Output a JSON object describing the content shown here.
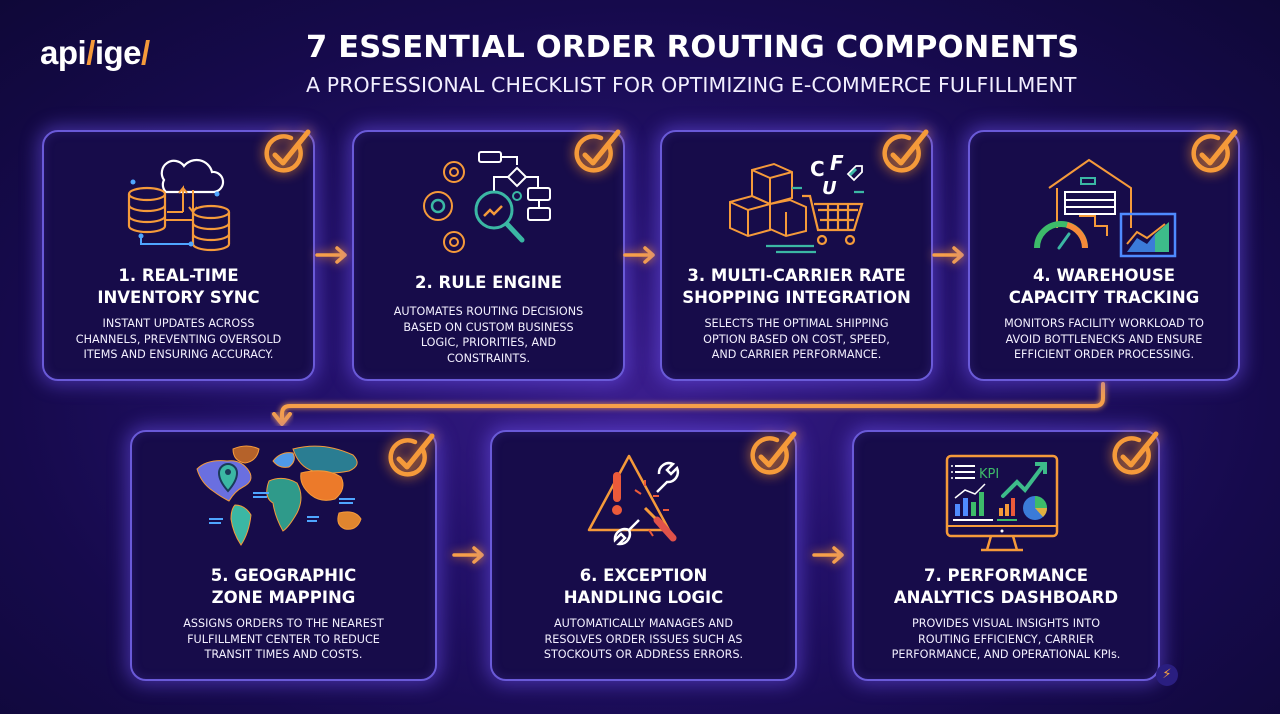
{
  "header": {
    "logo": {
      "part1": "api",
      "slash1": "/",
      "part2": "ige",
      "slash2": "/"
    },
    "title": "7 ESSENTIAL ORDER ROUTING COMPONENTS",
    "subtitle": "A PROFESSIONAL CHECKLIST FOR OPTIMIZING E-COMMERCE FULFILLMENT"
  },
  "colors": {
    "background": "#1a0d55",
    "card_fill": "#170c4a",
    "card_border": "#6a5ad8",
    "accent_orange": "#f59a3a",
    "accent_teal": "#3bb7a4",
    "accent_green": "#3dbb6a",
    "text": "#ffffff"
  },
  "components": [
    {
      "number": "1",
      "title_line1": "1. REAL-TIME",
      "title_line2": "INVENTORY SYNC",
      "desc_line1": "INSTANT UPDATES ACROSS",
      "desc_line2": "CHANNELS, PREVENTING OVERSOLD",
      "desc_line3": "ITEMS AND ENSURING ACCURACY.",
      "icon": "cloud-database-sync-icon",
      "checked": true
    },
    {
      "number": "2",
      "title_line1": "2. RULE ENGINE",
      "title_line2": "",
      "desc_line1": "AUTOMATES ROUTING DECISIONS",
      "desc_line2": "BASED ON CUSTOM BUSINESS",
      "desc_line3": "LOGIC, PRIORITIES, AND",
      "desc_line4": "CONSTRAINTS.",
      "icon": "gears-flowchart-magnifier-icon",
      "checked": true
    },
    {
      "number": "3",
      "title_line1": "3. MULTI-CARRIER RATE",
      "title_line2": "SHOPPING INTEGRATION",
      "desc_line1": "SELECTS THE OPTIMAL SHIPPING",
      "desc_line2": "OPTION BASED ON COST, SPEED,",
      "desc_line3": "AND CARRIER PERFORMANCE.",
      "icon": "boxes-cart-carriers-icon",
      "carrier_letters": [
        "C",
        "F",
        "U"
      ],
      "checked": true
    },
    {
      "number": "4",
      "title_line1": "4. WAREHOUSE",
      "title_line2": "CAPACITY TRACKING",
      "desc_line1": "MONITORS FACILITY WORKLOAD TO",
      "desc_line2": "AVOID BOTTLENECKS AND ENSURE",
      "desc_line3": "EFFICIENT ORDER PROCESSING.",
      "icon": "warehouse-gauge-chart-icon",
      "checked": true
    },
    {
      "number": "5",
      "title_line1": "5. GEOGRAPHIC",
      "title_line2": "ZONE MAPPING",
      "desc_line1": "ASSIGNS ORDERS TO THE NEAREST",
      "desc_line2": "FULFILLMENT CENTER TO REDUCE",
      "desc_line3": "TRANSIT TIMES AND COSTS.",
      "icon": "world-map-pin-icon",
      "checked": true
    },
    {
      "number": "6",
      "title_line1": "6. EXCEPTION",
      "title_line2": "HANDLING LOGIC",
      "desc_line1": "AUTOMATICALLY MANAGES AND",
      "desc_line2": "RESOLVES ORDER ISSUES SUCH AS",
      "desc_line3": "STOCKOUTS OR ADDRESS ERRORS.",
      "icon": "warning-broken-wrench-icon",
      "checked": true
    },
    {
      "number": "7",
      "title_line1": "7. PERFORMANCE",
      "title_line2": "ANALYTICS DASHBOARD",
      "desc_line1": "PROVIDES VISUAL INSIGHTS INTO",
      "desc_line2": "ROUTING EFFICIENCY, CARRIER",
      "desc_line3": "PERFORMANCE, AND OPERATIONAL KPIs.",
      "icon": "monitor-kpi-dashboard-icon",
      "kpi_label": "KPI",
      "checked": true
    }
  ],
  "flow": {
    "arrows": [
      "1->2",
      "2->3",
      "3->4",
      "4->5",
      "5->6",
      "6->7"
    ]
  }
}
